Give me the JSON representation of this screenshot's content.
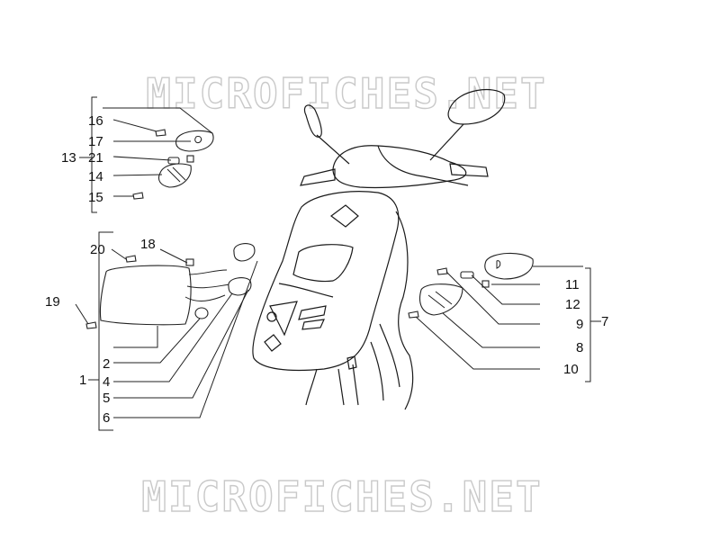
{
  "watermark_top": "MICROFICHES.NET",
  "watermark_bottom": "MICROFICHES.NET",
  "callouts": {
    "c1": "1",
    "c2": "2",
    "c4": "4",
    "c5": "5",
    "c6": "6",
    "c7": "7",
    "c8": "8",
    "c9": "9",
    "c10": "10",
    "c11": "11",
    "c12": "12",
    "c13": "13",
    "c14": "14",
    "c15": "15",
    "c16": "16",
    "c17": "17",
    "c18": "18",
    "c19": "19",
    "c20": "20",
    "c21": "21"
  }
}
